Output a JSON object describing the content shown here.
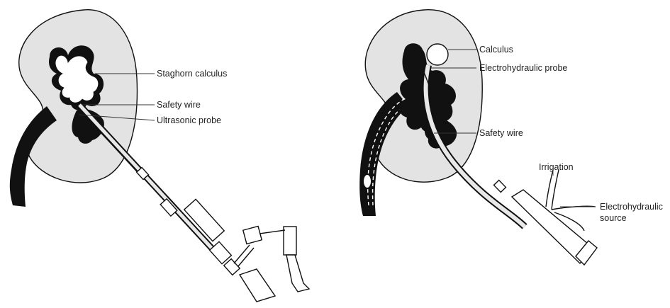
{
  "left_panel": {
    "labels": {
      "calculus": "Staghorn calculus",
      "safety_wire": "Safety wire",
      "probe": "Ultrasonic probe"
    }
  },
  "right_panel": {
    "labels": {
      "calculus": "Calculus",
      "probe": "Electrohydraulic probe",
      "safety_wire": "Safety wire",
      "irrigation": "Irrigation",
      "source_line1": "Electrohydraulic",
      "source_line2": "source"
    }
  },
  "colors": {
    "kidney_fill": "#e3e3e3",
    "ink": "#111111",
    "background": "#ffffff"
  }
}
